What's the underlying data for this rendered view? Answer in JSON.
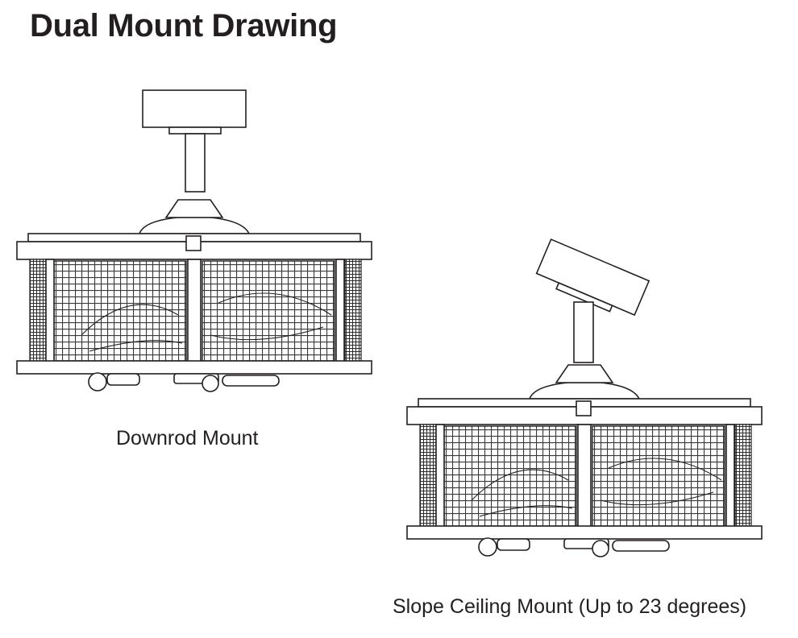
{
  "title": "Dual Mount Drawing",
  "mounts": [
    {
      "id": "downrod",
      "label": "Downrod Mount"
    },
    {
      "id": "slope",
      "label": "Slope Ceiling Mount (Up to 23 degrees)"
    }
  ],
  "colors": {
    "line": "#231f20",
    "grid": "#3a3a3a",
    "background": "#ffffff"
  }
}
